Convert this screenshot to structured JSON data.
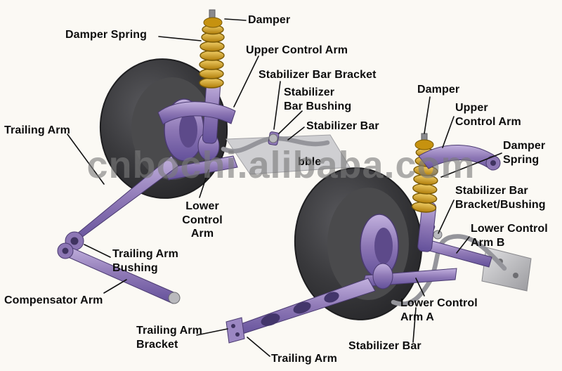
{
  "watermark": {
    "text": "cnbochi.alibaba.com"
  },
  "labels": {
    "damper_spring_left": "Damper Spring",
    "damper_top": "Damper",
    "upper_control_arm_left": "Upper Control Arm",
    "stabilizer_bar_bracket": "Stabilizer Bar Bracket",
    "stabilizer_bar_bushing": "Stabilizer\nBar Bushing",
    "stabilizer_bar_left": "Stabilizer Bar",
    "damper_right": "Damper",
    "upper_control_arm_right": "Upper\nControl Arm",
    "trailing_arm_left": "Trailing Arm",
    "damper_spring_right": "Damper\nSpring",
    "obscured_fragment": "bble",
    "stabilizer_bar_bracket_bushing": "Stabilizer Bar\nBracket/Bushing",
    "lower_control_arm_left": "Lower\nControl\nArm",
    "lower_control_arm_b": "Lower Control\nArm B",
    "trailing_arm_bushing": "Trailing Arm\nBushing",
    "compensator_arm": "Compensator Arm",
    "lower_control_arm_a": "Lower Control\nArm A",
    "trailing_arm_bracket": "Trailing Arm\nBracket",
    "stabilizer_bar_bottom": "Stabilizer Bar",
    "trailing_arm_bottom": "Trailing Arm"
  },
  "colors": {
    "background": "#fbf9f4",
    "suspension_purple": "#8d77b5",
    "spring_gold": "#d6a61f",
    "tire_dark": "#39393c",
    "watermark_gray": "#7a7a7a",
    "label_text": "#0d0d0d"
  }
}
